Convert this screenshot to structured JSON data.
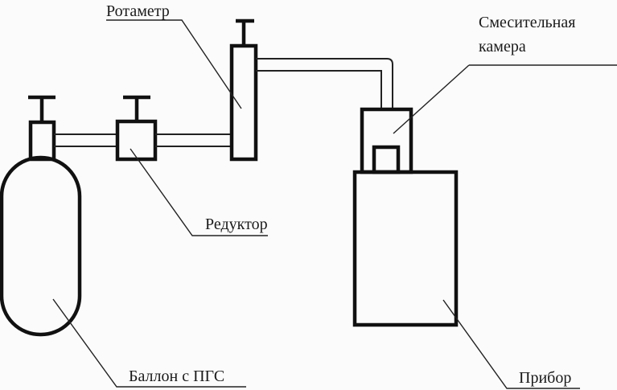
{
  "diagram": {
    "labels": {
      "rotameter": "Ротаметр",
      "mixing_chamber_line1": "Смесительная",
      "mixing_chamber_line2": "камера",
      "reducer": "Редуктор",
      "cylinder": "Баллон с ПГС",
      "device": "Прибор"
    },
    "colors": {
      "stroke": "#111111",
      "background": "#fbfbfb"
    }
  }
}
